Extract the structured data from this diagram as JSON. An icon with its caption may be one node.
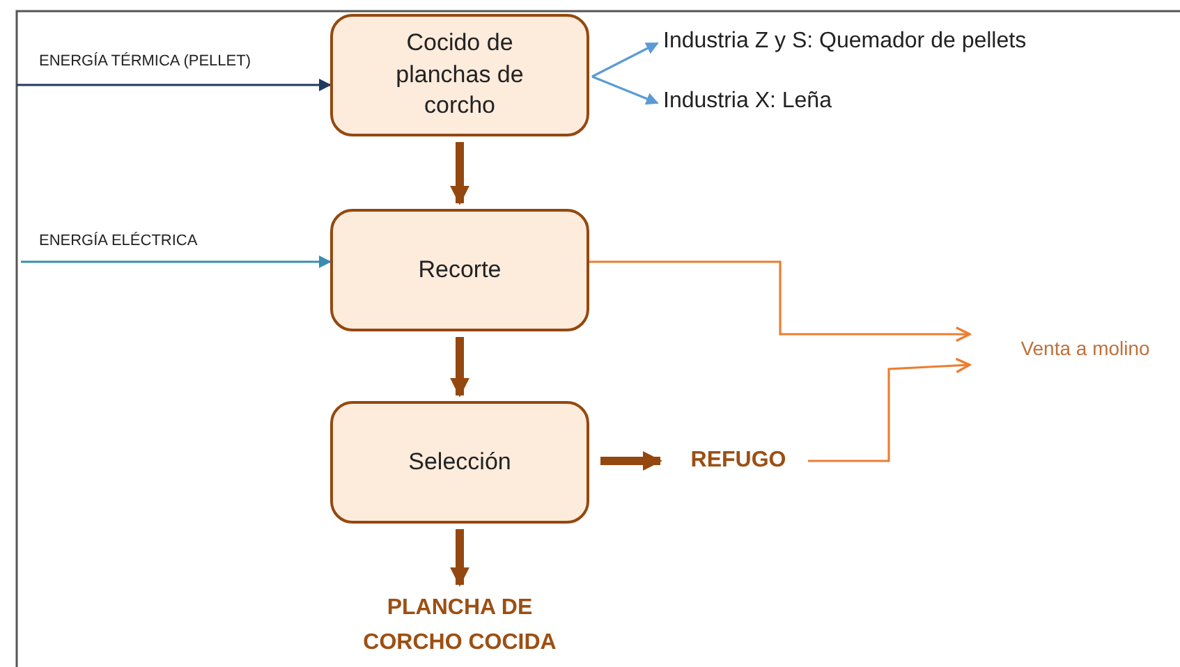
{
  "diagram": {
    "nodes": [
      {
        "text": [
          "Cocido de planchas de corcho"
        ]
      },
      {
        "text": [
          "Recorte"
        ]
      },
      {
        "text": [
          "Selección"
        ]
      },
      {
        "text": [
          "Industria Z y S: Quemador de pellets"
        ]
      },
      {
        "text": [
          "Industria X: Leña"
        ]
      },
      {
        "text": [
          "REFUGO"
        ]
      },
      {
        "text": [
          "Venta a molino"
        ]
      },
      {
        "text": [
          "PLANCHA DE CORCHO COCIDA"
        ]
      }
    ],
    "edges": [
      {
        "from": null,
        "to": 0,
        "arrow": "to",
        "label": "ENERGÍA TÉRMICA (PELLET)",
        "color": "#1f3a5f"
      },
      {
        "from": null,
        "to": 1,
        "arrow": "to",
        "label": "ENERGÍA ELÉCTRICA",
        "color": "#3a8db0"
      },
      {
        "from": 0,
        "to": 3,
        "arrow": "to",
        "color": "#5b9bd5"
      },
      {
        "from": 0,
        "to": 4,
        "arrow": "to",
        "color": "#5b9bd5"
      },
      {
        "from": 0,
        "to": 1,
        "arrow": "to",
        "style": "thick"
      },
      {
        "from": 1,
        "to": 2,
        "arrow": "to",
        "style": "thick"
      },
      {
        "from": 2,
        "to": 5,
        "arrow": "to",
        "style": "thick"
      },
      {
        "from": 2,
        "to": 7,
        "arrow": "to",
        "style": "thick"
      },
      {
        "from": 1,
        "to": 6,
        "arrow": "to",
        "color": "#ed7d31"
      },
      {
        "from": 5,
        "to": 6,
        "arrow": "to",
        "color": "#ed7d31"
      }
    ]
  }
}
